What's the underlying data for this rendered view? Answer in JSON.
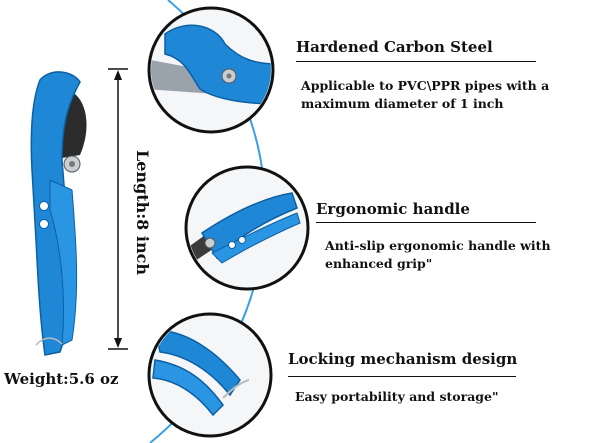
{
  "colors": {
    "tool_blue": "#1e88d6",
    "tool_blue_dark": "#0d5fa3",
    "blade_grey": "#9aa3ab",
    "curve_blue": "#3aa0e6",
    "ink": "#111111"
  },
  "dimensions": {
    "length_label": "Length:8 inch",
    "weight_label": "Weight:5.6 oz"
  },
  "features": [
    {
      "title": "Hardened Carbon Steel",
      "description": "Applicable to PVC\\PPR pipes with a maximum diameter of 1 inch",
      "icon": "blade-closeup-icon"
    },
    {
      "title": "Ergonomic handle",
      "description": "Anti-slip ergonomic handle with enhanced grip\"",
      "icon": "handle-closeup-icon"
    },
    {
      "title": "Locking mechanism design",
      "description": "Easy portability and storage\"",
      "icon": "lock-closeup-icon"
    }
  ]
}
